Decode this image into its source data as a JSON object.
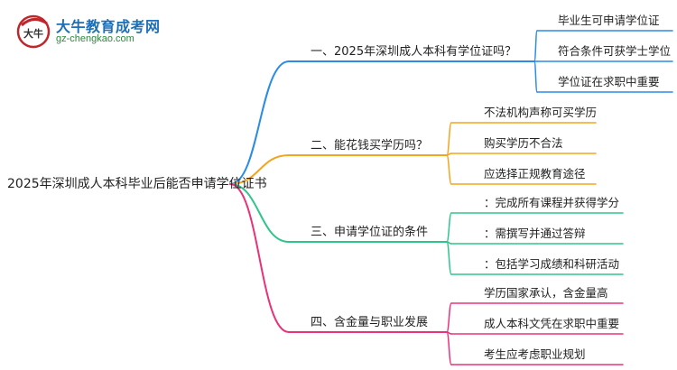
{
  "logo": {
    "name": "大牛教育成考网",
    "site": "gz-chengkao.com",
    "mark_text": "大牛"
  },
  "root": {
    "label": "2025年深圳成人本科毕业后能否申请学位证书"
  },
  "colors": {
    "blue": "#2b8be6",
    "orange": "#f2a51f",
    "green": "#2fc58a",
    "pink": "#e8337a"
  },
  "branches": [
    {
      "label": "一、2025年深圳成人本科有学位证吗？",
      "color": "blue",
      "leaves": [
        "毕业生可申请学位证",
        "符合条件可获学士学位",
        "学位证在求职中重要"
      ]
    },
    {
      "label": "二、能花钱买学历吗？",
      "color": "orange",
      "leaves": [
        "不法机构声称可买学历",
        "购买学历不合法",
        "应选择正规教育途径"
      ]
    },
    {
      "label": "三、申请学位证的条件",
      "color": "green",
      "leaves": [
        "：完成所有课程并获得学分",
        "：需撰写并通过答辩",
        "：包括学习成绩和科研活动"
      ]
    },
    {
      "label": "四、含金量与职业发展",
      "color": "pink",
      "leaves": [
        "学历国家承认，含金量高",
        "成人本科文凭在求职中重要",
        "考生应考虑职业规划"
      ]
    }
  ]
}
